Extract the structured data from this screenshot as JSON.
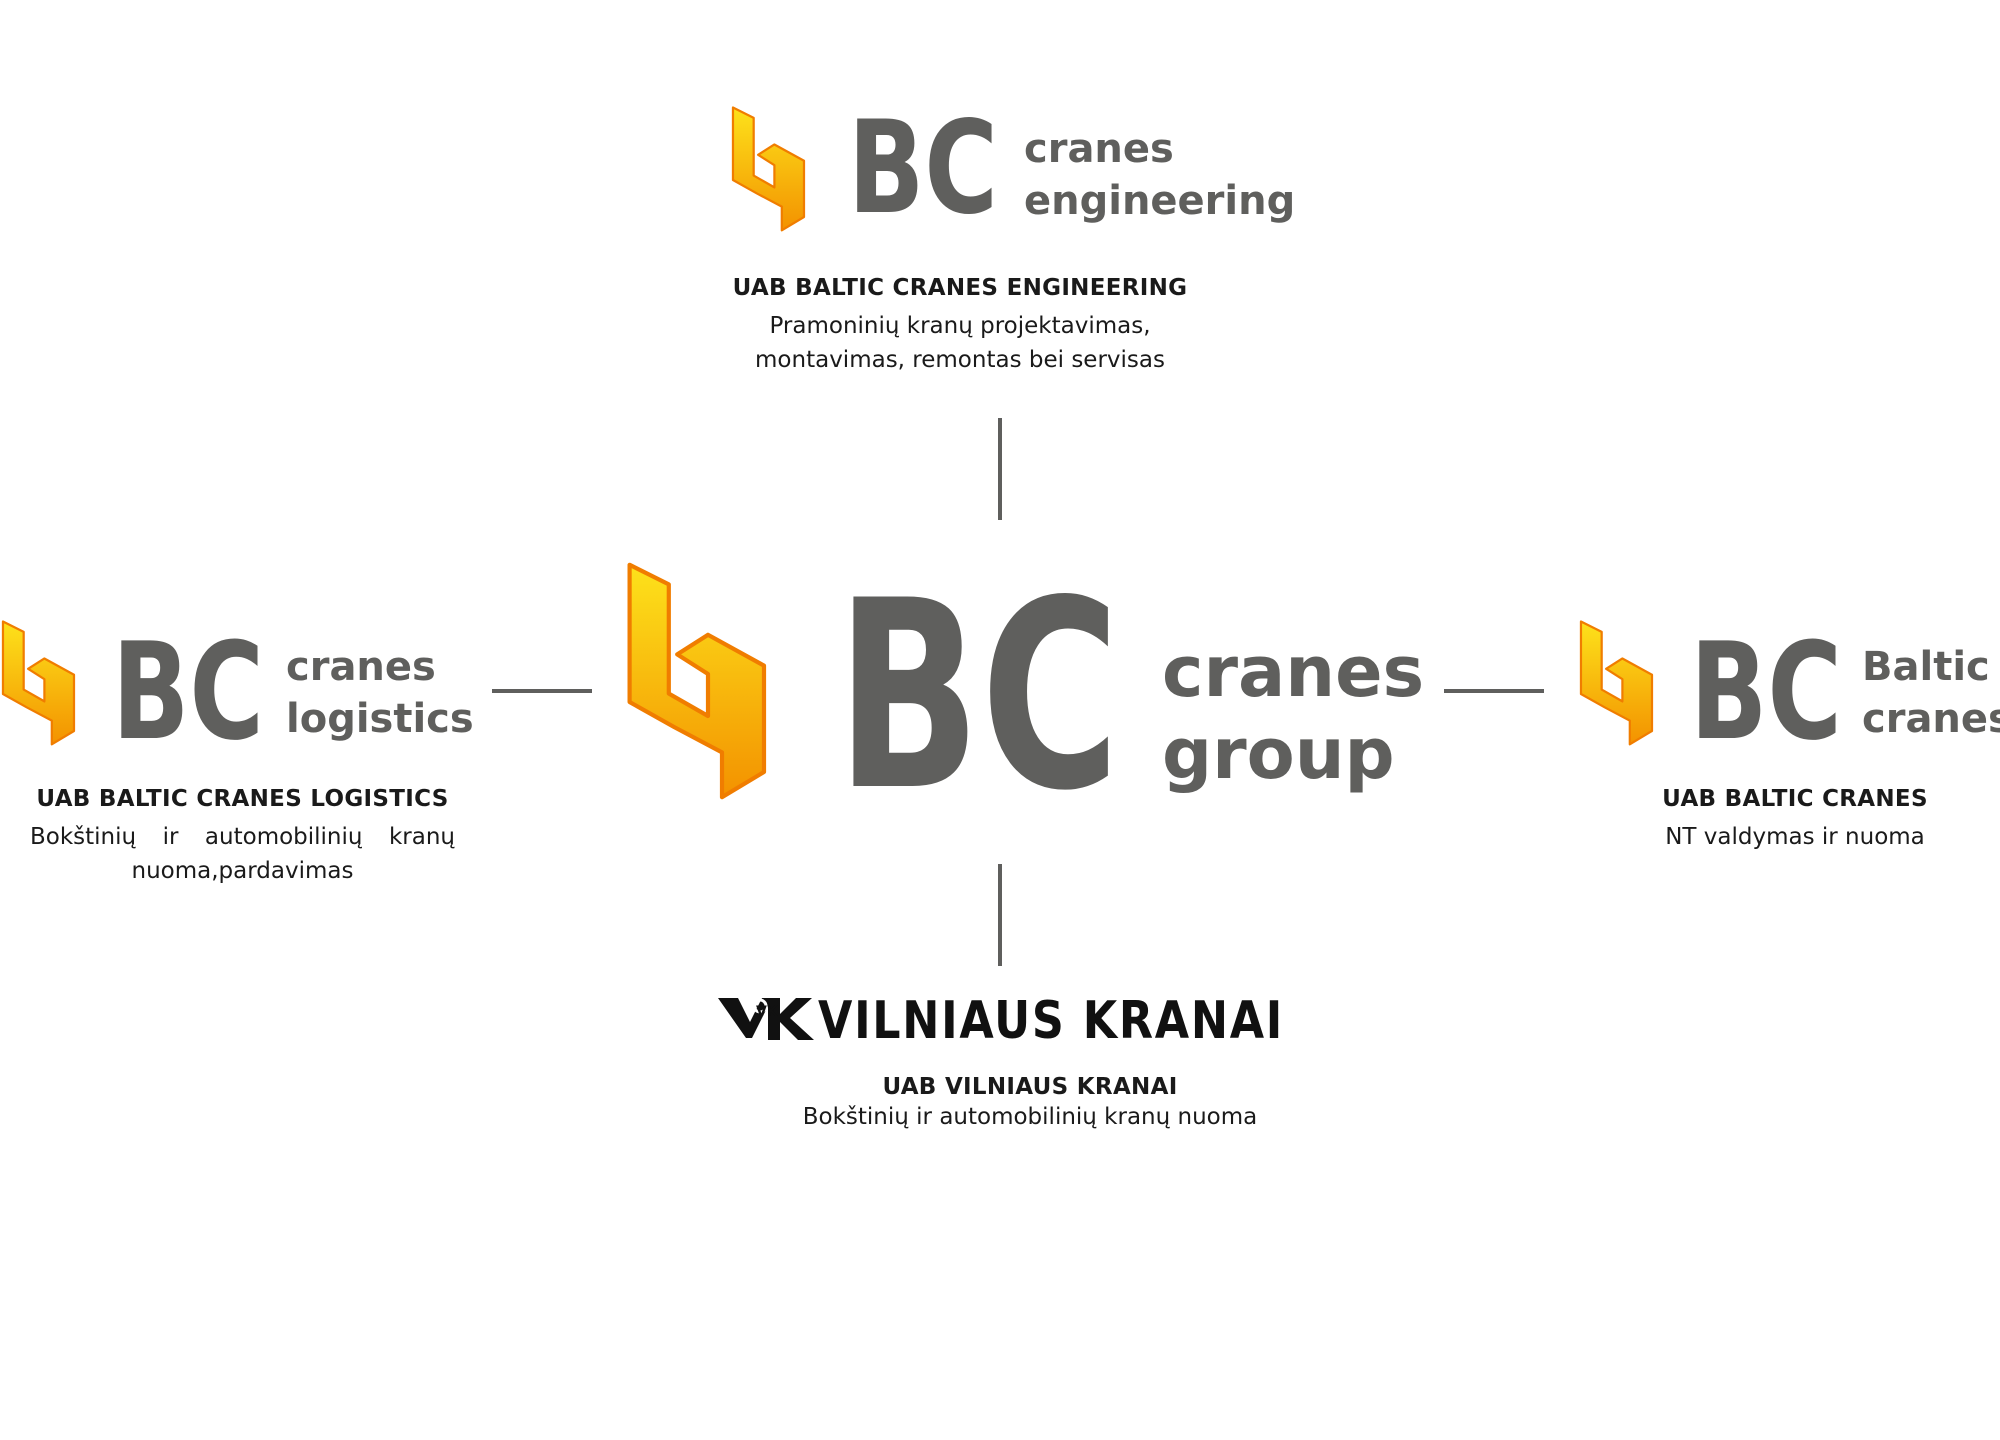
{
  "colors": {
    "wordmark": "#5f5f5d",
    "connector": "#5f5f5d",
    "logo_gradient_top": "#fde21b",
    "logo_gradient_bottom": "#f39200",
    "logo_outline": "#f07d00",
    "vk_black": "#111111"
  },
  "center": {
    "letters": "BC",
    "line1": "cranes",
    "line2": "group"
  },
  "top": {
    "logo": {
      "letters": "BC",
      "line1": "cranes",
      "line2": "engineering"
    },
    "company": "UAB BALTIC CRANES ENGINEERING",
    "desc_line1": "Pramoninių kranų projektavimas,",
    "desc_line2": "montavimas, remontas bei servisas"
  },
  "left": {
    "logo": {
      "letters": "BC",
      "line1": "cranes",
      "line2": "logistics"
    },
    "company": "UAB BALTIC CRANES LOGISTICS",
    "desc_line1": "Bokštinių ir automobilinių kranų",
    "desc_line2": "nuoma,pardavimas"
  },
  "right": {
    "logo": {
      "letters": "BC",
      "line1": "Baltic",
      "line2": "cranes"
    },
    "company": "UAB BALTIC CRANES",
    "desc_line1": "NT valdymas ir nuoma"
  },
  "bottom": {
    "logo": {
      "mark": "VK",
      "title": "VILNIAUS KRANAI"
    },
    "company": "UAB VILNIAUS KRANAI",
    "desc_line1": "Bokštinių ir automobilinių kranų nuoma"
  }
}
